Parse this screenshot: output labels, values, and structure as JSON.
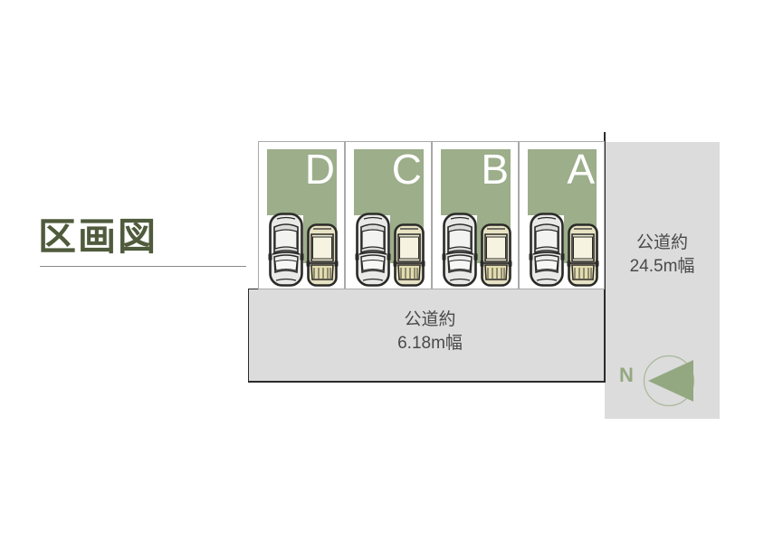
{
  "title": {
    "text": "区画図"
  },
  "colors": {
    "title": "#4f5b3c",
    "lot_green": "#9cae8a",
    "road_gray": "#dcdcdc",
    "compass_green": "#93a880",
    "label_text": "#4a4a4a",
    "lot_label": "#ffffff"
  },
  "lots": [
    {
      "label": "D",
      "name": "lot-d"
    },
    {
      "label": "C",
      "name": "lot-c"
    },
    {
      "label": "B",
      "name": "lot-b"
    },
    {
      "label": "A",
      "name": "lot-a"
    }
  ],
  "roads": {
    "right": {
      "label": "公道約\n24.5m幅",
      "width_text": "24.5m幅",
      "kind_text": "公道約"
    },
    "bottom": {
      "label": "公道約\n6.18m幅",
      "width_text": "6.18m幅",
      "kind_text": "公道約"
    }
  },
  "compass": {
    "letter": "N",
    "direction": "north-arrow-left"
  },
  "vehicles": {
    "sedan_name": "car-sedan-icon",
    "kei_name": "car-kei-icon"
  }
}
